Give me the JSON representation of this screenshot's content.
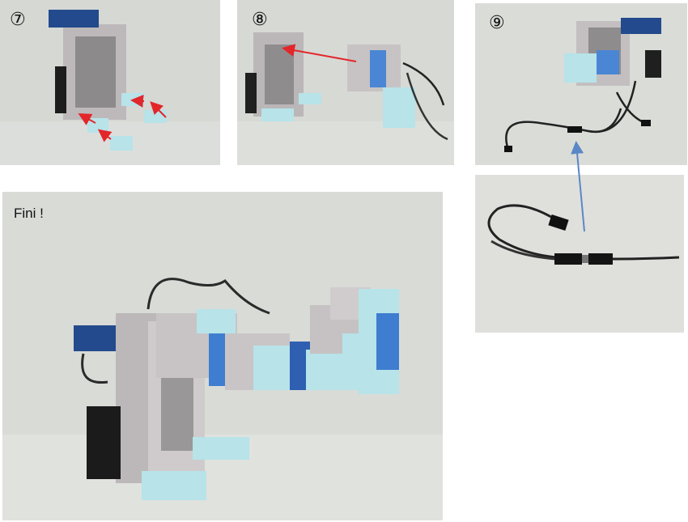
{
  "steps": [
    {
      "number": "⑦"
    },
    {
      "number": "⑧"
    },
    {
      "number": "⑨"
    }
  ],
  "final": {
    "label": "Fini !"
  },
  "colors": {
    "arrow_red": "#e3262a",
    "arrow_blue": "#5b87c6",
    "block_grey": "#c9c5c6",
    "block_light_blue": "#bfe6ea",
    "block_blue": "#3f7dd0",
    "background": "#d9dbd7"
  }
}
